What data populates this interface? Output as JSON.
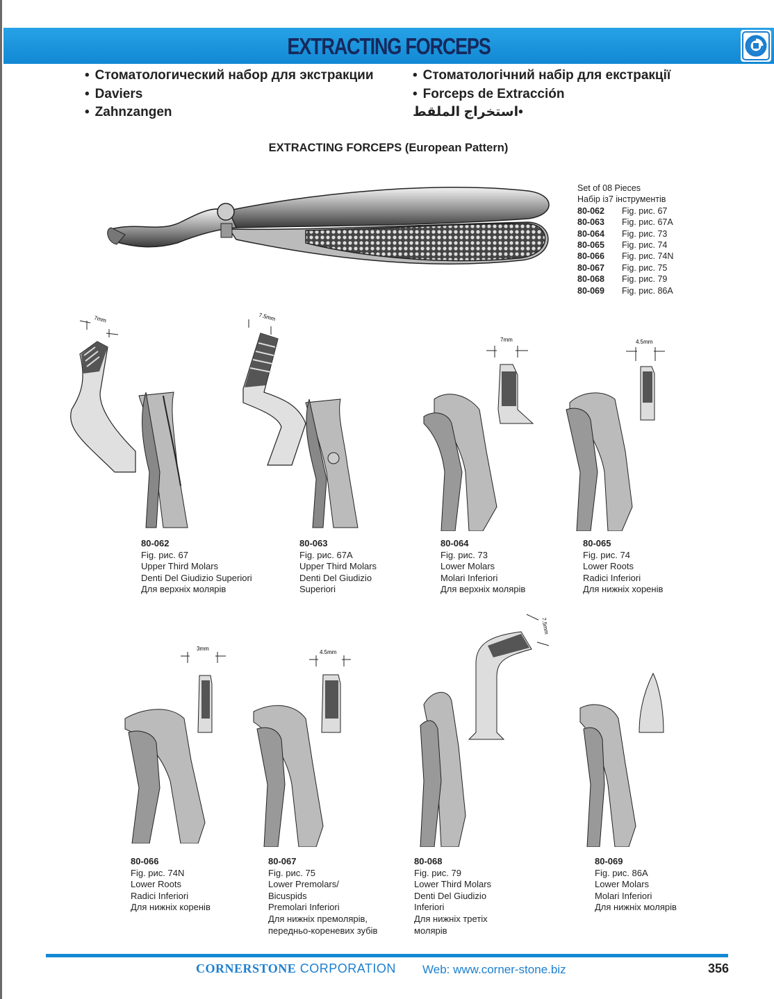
{
  "header": {
    "title": "EXTRACTING FORCEPS",
    "logo_icon": "cornerstone-logo-icon"
  },
  "bullets_left": [
    "Стоматологический набор для экстракции",
    "Daviers",
    "Zahnzangen"
  ],
  "bullets_right": [
    "Стоматологічний набір для екстракції",
    "Forceps de Extracción",
    "استخراج الملقط"
  ],
  "section_title": "EXTRACTING FORCEPS (European Pattern)",
  "set": {
    "line1": "Set of 08 Pieces",
    "line2": "Набір із7 інструментів",
    "items": [
      {
        "code": "80-062",
        "fig": "Fig. рис. 67"
      },
      {
        "code": "80-063",
        "fig": "Fig. рис. 67A"
      },
      {
        "code": "80-064",
        "fig": "Fig. рис. 73"
      },
      {
        "code": "80-065",
        "fig": "Fig. рис. 74"
      },
      {
        "code": "80-066",
        "fig": "Fig. рис. 74N"
      },
      {
        "code": "80-067",
        "fig": "Fig. рис. 75"
      },
      {
        "code": "80-068",
        "fig": "Fig. рис. 79"
      },
      {
        "code": "80-069",
        "fig": "Fig. рис. 86A"
      }
    ]
  },
  "dimensions": [
    "7mm",
    "7.5mm",
    "7mm",
    "4.5mm",
    "3mm",
    "4.5mm",
    "7.5mm"
  ],
  "products": [
    {
      "code": "80-062",
      "lines": [
        "Fig. рис. 67",
        "Upper Third Molars",
        "Denti Del Giudizio Superiori",
        "Для верхніх молярів"
      ]
    },
    {
      "code": "80-063",
      "lines": [
        "Fig. рис. 67A",
        "Upper Third Molars",
        "Denti Del Giudizio",
        "Superiori"
      ]
    },
    {
      "code": "80-064",
      "lines": [
        "Fig. рис. 73",
        "Lower Molars",
        "Molari Inferiori",
        "Для верхніх молярів"
      ]
    },
    {
      "code": "80-065",
      "lines": [
        "Fig. рис. 74",
        "Lower Roots",
        "Radici Inferiori",
        "Для нижніх хоренів"
      ]
    },
    {
      "code": "80-066",
      "lines": [
        "Fig. рис. 74N",
        "Lower Roots",
        "Radici Inferiori",
        "Для нижніх коренів"
      ]
    },
    {
      "code": "80-067",
      "lines": [
        "Fig. рис. 75",
        "Lower Premolars/",
        "Bicuspids",
        "Premolari Inferiori",
        "Для нижніх премолярів,",
        "передньо-кореневих зубів"
      ]
    },
    {
      "code": "80-068",
      "lines": [
        "Fig. рис. 79",
        "Lower Third Molars",
        "Denti Del Giudizio",
        "Inferiori",
        "Для нижніх третіх",
        "молярів"
      ]
    },
    {
      "code": "80-069",
      "lines": [
        "Fig. рис. 86A",
        "Lower Molars",
        "Molari Inferiori",
        "Для нижніх молярів"
      ]
    }
  ],
  "footer": {
    "corp_bold": "CORNERSTONE",
    "corp_rest": " CORPORATION",
    "web": "Web: www.corner-stone.biz",
    "page": "356"
  },
  "colors": {
    "header_blue": "#1a93dc",
    "title_navy": "#16295c",
    "footer_blue": "#1c7fcf"
  }
}
